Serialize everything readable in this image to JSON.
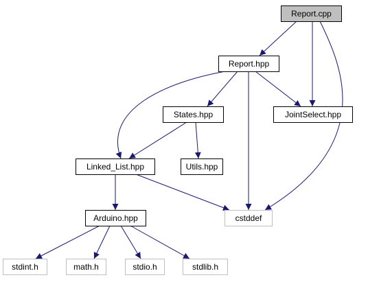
{
  "diagram": {
    "colors": {
      "edge": "#191970",
      "focus_fill": "#bfbfbf",
      "focus_stroke": "#000000",
      "node_stroke": "#000000",
      "system_stroke": "#bfbfbf",
      "text": "#000000",
      "system_text": "#000000"
    },
    "nodes": [
      {
        "id": "report_cpp",
        "label": "Report.cpp",
        "kind": "focus"
      },
      {
        "id": "report_hpp",
        "label": "Report.hpp",
        "kind": "file"
      },
      {
        "id": "states_hpp",
        "label": "States.hpp",
        "kind": "file"
      },
      {
        "id": "jointselect_hpp",
        "label": "JointSelect.hpp",
        "kind": "file"
      },
      {
        "id": "linked_list_hpp",
        "label": "Linked_List.hpp",
        "kind": "file"
      },
      {
        "id": "utils_hpp",
        "label": "Utils.hpp",
        "kind": "file"
      },
      {
        "id": "arduino_hpp",
        "label": "Arduino.hpp",
        "kind": "file"
      },
      {
        "id": "cstddef",
        "label": "cstddef",
        "kind": "system"
      },
      {
        "id": "stdint_h",
        "label": "stdint.h",
        "kind": "system"
      },
      {
        "id": "math_h",
        "label": "math.h",
        "kind": "system"
      },
      {
        "id": "stdio_h",
        "label": "stdio.h",
        "kind": "system"
      },
      {
        "id": "stdlib_h",
        "label": "stdlib.h",
        "kind": "system"
      }
    ],
    "edges": [
      {
        "from": "report_cpp",
        "to": "report_hpp"
      },
      {
        "from": "report_cpp",
        "to": "jointselect_hpp"
      },
      {
        "from": "report_cpp",
        "to": "cstddef"
      },
      {
        "from": "report_hpp",
        "to": "linked_list_hpp"
      },
      {
        "from": "report_hpp",
        "to": "states_hpp"
      },
      {
        "from": "report_hpp",
        "to": "cstddef"
      },
      {
        "from": "report_hpp",
        "to": "jointselect_hpp"
      },
      {
        "from": "states_hpp",
        "to": "linked_list_hpp"
      },
      {
        "from": "states_hpp",
        "to": "utils_hpp"
      },
      {
        "from": "linked_list_hpp",
        "to": "arduino_hpp"
      },
      {
        "from": "linked_list_hpp",
        "to": "cstddef"
      },
      {
        "from": "arduino_hpp",
        "to": "stdint_h"
      },
      {
        "from": "arduino_hpp",
        "to": "math_h"
      },
      {
        "from": "arduino_hpp",
        "to": "stdio_h"
      },
      {
        "from": "arduino_hpp",
        "to": "stdlib_h"
      }
    ]
  }
}
